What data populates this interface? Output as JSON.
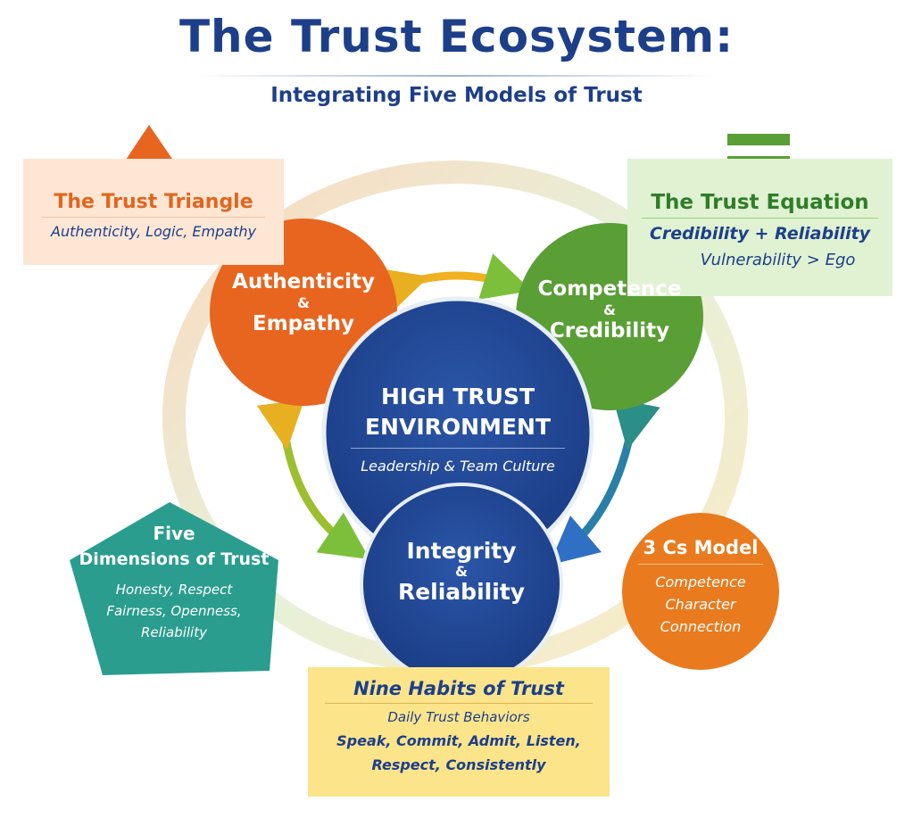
{
  "header": {
    "title": "The Trust Ecosystem:",
    "subtitle": "Integrating Five Models of Trust"
  },
  "trust_triangle": {
    "title": "The Trust Triangle",
    "body": "Authenticity, Logic, Empathy"
  },
  "trust_equation": {
    "title": "The Trust Equation",
    "line1": "Credibility + Reliability",
    "line2": "Vulnerability > Ego"
  },
  "circles": {
    "authenticity": {
      "line1": "Authenticity",
      "amp": "&",
      "line2": "Empathy"
    },
    "competence": {
      "line1": "Competence",
      "amp": "&",
      "line2": "Credibility"
    },
    "center": {
      "line1": "HIGH TRUST",
      "line2": "ENVIRONMENT",
      "sub": "Leadership & Team Culture"
    },
    "integrity": {
      "line1": "Integrity",
      "amp": "&",
      "line2": "Reliability"
    }
  },
  "five_dimensions": {
    "line1": "Five",
    "line2": "Dimensions of Trust",
    "body1": "Honesty, Respect",
    "body2": "Fairness, Openness,",
    "body3": "Reliability"
  },
  "three_cs": {
    "title": "3 Cs Model",
    "items": [
      "Competence",
      "Character",
      "Connection"
    ]
  },
  "nine_habits": {
    "title": "Nine Habits of Trust",
    "sub": "Daily Trust Behaviors",
    "body1": "Speak, Commit, Admit, Listen,",
    "body2": "Respect, Consistently"
  },
  "colors": {
    "navy": "#1d3f8a",
    "orange": "#e8651f",
    "green": "#5a9e36",
    "teal": "#2a9d8f",
    "yellow": "#fbe48a"
  }
}
